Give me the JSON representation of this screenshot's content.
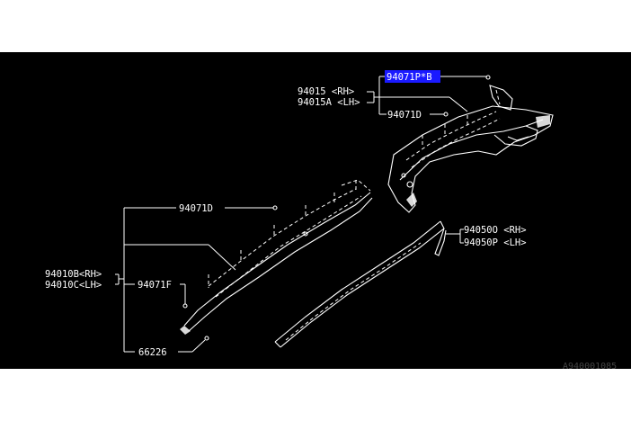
{
  "colors": {
    "background": "#000000",
    "lines": "#ffffff",
    "highlight": "#1a1aff",
    "page": "#ffffff"
  },
  "labels": {
    "p94071PB": "94071P*B",
    "p94015_rh": "94015  <RH>",
    "p94015A_lh": "94015A <LH>",
    "p94071D_top": "94071D",
    "p94071D_left": "94071D",
    "p94050O_rh": "94050O <RH>",
    "p94050P_lh": "94050P <LH>",
    "p94010B_rh": "94010B<RH>",
    "p94010C_lh": "94010C<LH>",
    "p94071F": "94071F",
    "p66226": "66226"
  },
  "reference": "A940001085"
}
